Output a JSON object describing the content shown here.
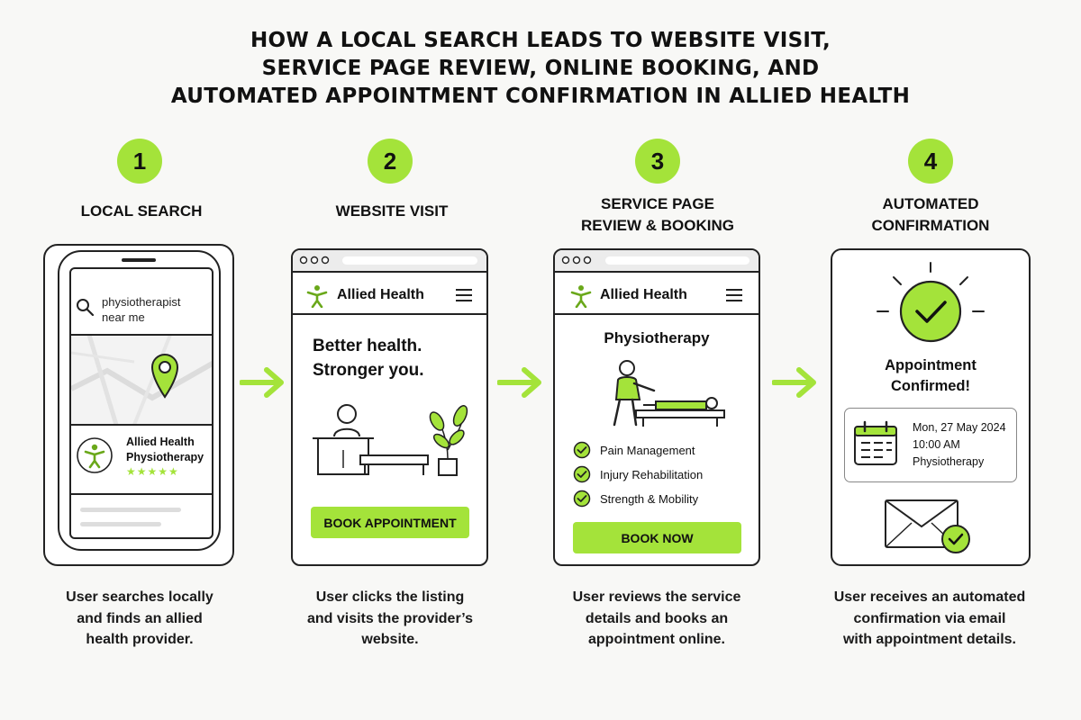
{
  "title": {
    "line1": "HOW A LOCAL SEARCH LEADS TO WEBSITE VISIT,",
    "line2": "SERVICE PAGE REVIEW, ONLINE BOOKING, AND",
    "line3": "AUTOMATED APPOINTMENT CONFIRMATION IN ALLIED HEALTH"
  },
  "steps": [
    {
      "number": "1",
      "label_line1": "LOCAL SEARCH",
      "caption": [
        "User searches locally",
        "and finds an allied",
        "health provider."
      ],
      "search_query": [
        "physiotherapist",
        "near me"
      ],
      "listing_name": [
        "Allied Health",
        "Physiotherapy"
      ],
      "rating": "★★★★★"
    },
    {
      "number": "2",
      "label_line1": "WEBSITE VISIT",
      "caption": [
        "User clicks the listing",
        "and visits the provider’s",
        "website."
      ],
      "brand": "Allied Health",
      "hero": [
        "Better health.",
        "Stronger you."
      ],
      "button": "BOOK APPOINTMENT"
    },
    {
      "number": "3",
      "label_line1": "SERVICE PAGE",
      "label_line2": "REVIEW & BOOKING",
      "caption": [
        "User reviews the service",
        "details and books an",
        "appointment online."
      ],
      "brand": "Allied Health",
      "service": "Physiotherapy",
      "features": [
        "Pain Management",
        "Injury Rehabilitation",
        "Strength & Mobility"
      ],
      "button": "BOOK NOW"
    },
    {
      "number": "4",
      "label_line1": "AUTOMATED",
      "label_line2": "CONFIRMATION",
      "caption": [
        "User receives an automated",
        "confirmation via email",
        "with appointment details."
      ],
      "confirm": [
        "Appointment",
        "Confirmed!"
      ],
      "appointment": [
        "Mon, 27 May 2024",
        "10:00 AM",
        "Physiotherapy"
      ]
    }
  ],
  "colors": {
    "accent": "#a4e33a",
    "ink": "#111111",
    "background": "#f8f8f6"
  }
}
